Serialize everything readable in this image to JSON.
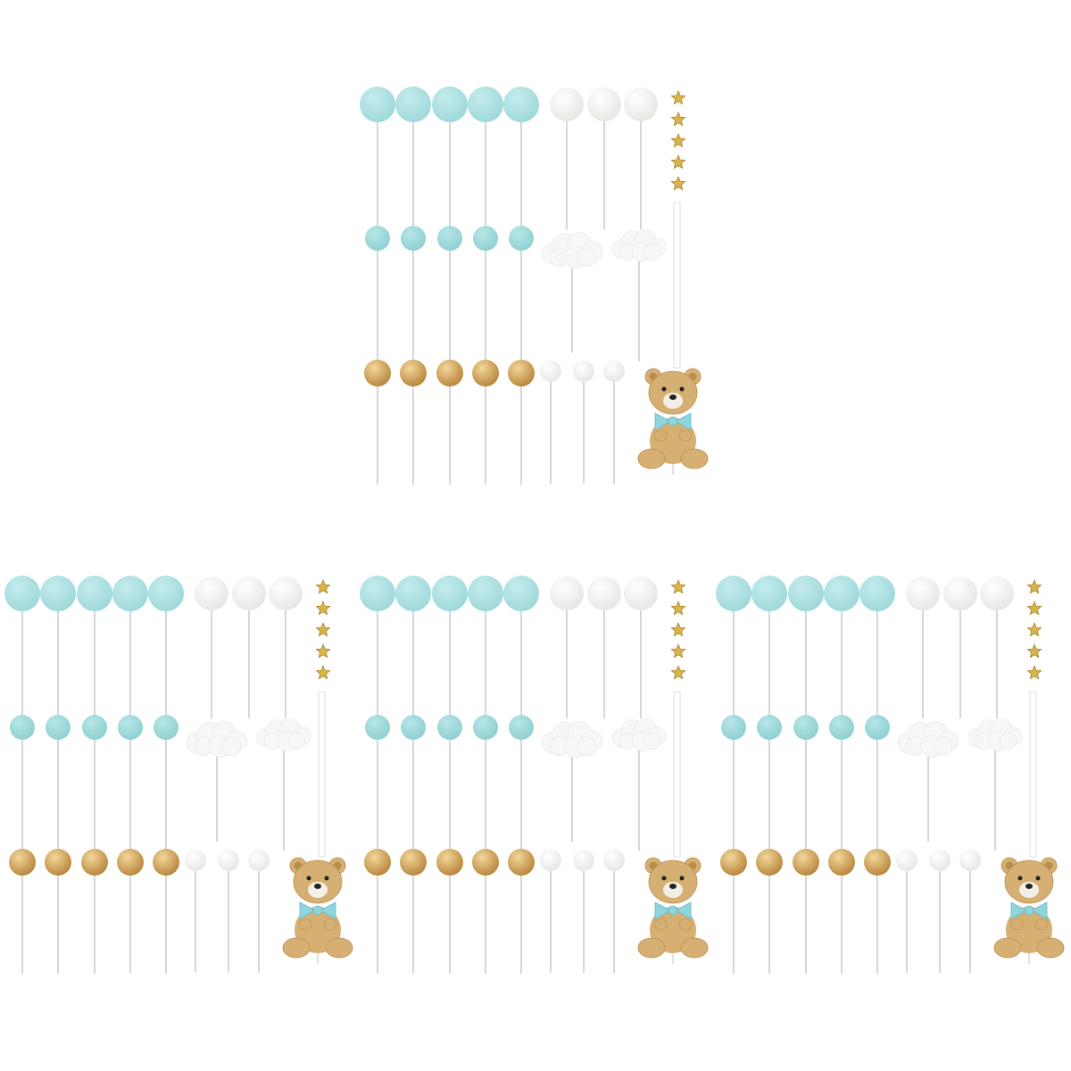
{
  "product": {
    "sets": 4,
    "components": [
      {
        "kind": "large-ball",
        "color": "#9fd8da",
        "count": 5
      },
      {
        "kind": "large-ball",
        "color": "#f4f4f2",
        "count": 3
      },
      {
        "kind": "star",
        "color": "#d9b44a",
        "count": 5
      },
      {
        "kind": "small-ball",
        "color": "#8fd0d2",
        "count": 5
      },
      {
        "kind": "cloud",
        "color": "#f7f7f7",
        "count": 2
      },
      {
        "kind": "gold-ball",
        "color": "#cfa456",
        "count": 5
      },
      {
        "kind": "small-white-ball",
        "color": "#f5f5f3",
        "count": 3
      },
      {
        "kind": "bear-topper",
        "color": "#d6b072",
        "bow": "#8fd5dd",
        "count": 1
      }
    ],
    "stick_color": "#c9cfd3"
  }
}
